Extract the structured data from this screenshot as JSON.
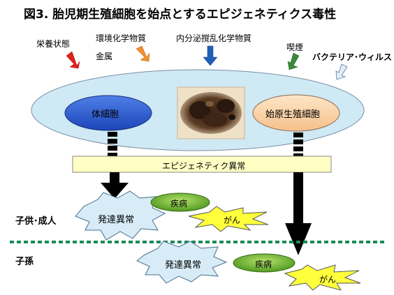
{
  "title": "図3. 胎児期生殖細胞を始点とするエピジェネティクス毒性",
  "factors": [
    {
      "label": "栄養状態",
      "arrow_color": "#e0201c"
    },
    {
      "label": "環境化学物質",
      "arrow_color": "#f19032"
    },
    {
      "label": "金属"
    },
    {
      "label": "内分泌撹乱化学物質",
      "arrow_color": "#2060b8"
    },
    {
      "label": "喫煙",
      "arrow_color": "#3a8a3a"
    },
    {
      "label": "バクテリア･ウィルス",
      "arrow_color": "#cfe4f5"
    }
  ],
  "cells": {
    "somatic": "体細胞",
    "primordial_germ": "始原生殖細胞"
  },
  "band": "エピジェネティク異常",
  "generations": {
    "child_adult": "子供･成人",
    "descendant": "子孫"
  },
  "outcomes": {
    "developmental_abnormality": "発達異常",
    "disease": "疾病",
    "cancer": "がん"
  },
  "colors": {
    "outer_ellipse": "#cfe9f5",
    "somatic_ellipse": "#2f5fd0",
    "germ_ellipse": "#fad4a8",
    "band": "#ffffc4",
    "disease_oval": "#7cc23a",
    "cancer_star": "#ffff3c",
    "dev_star": "#d7ecf7",
    "divider": "#1a8a5a"
  }
}
